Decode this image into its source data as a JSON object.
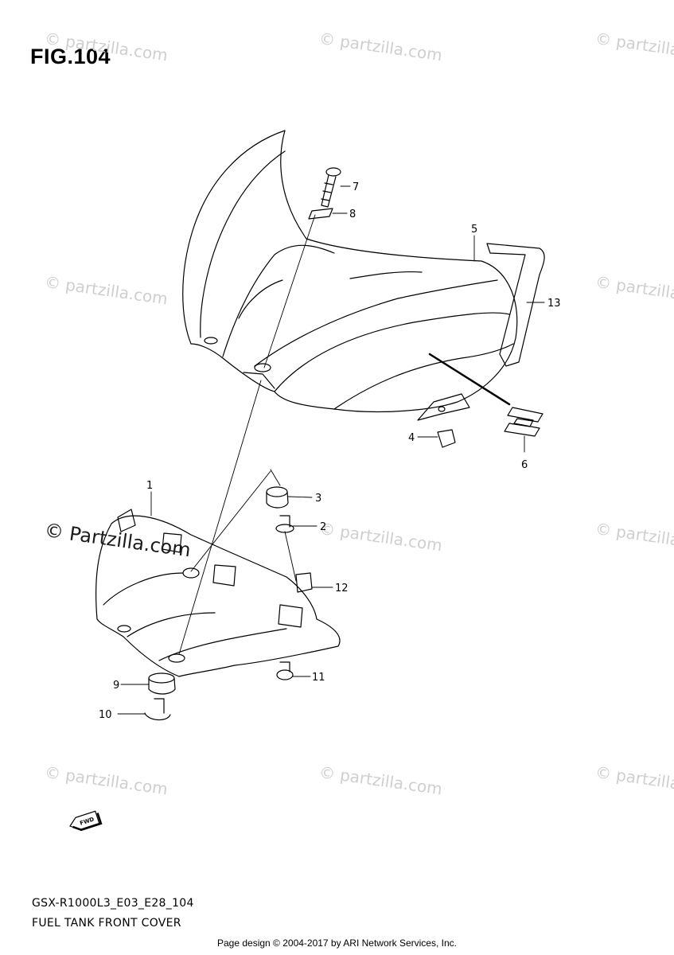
{
  "figure": {
    "title": "FIG.104",
    "model_code": "GSX-R1000L3_E03_E28_104",
    "caption": "FUEL TANK FRONT COVER"
  },
  "watermark": {
    "text": "© partzilla.com",
    "corner_text": "© Partzilla.com"
  },
  "fwd_label": "FWD",
  "callouts": [
    "1",
    "2",
    "3",
    "4",
    "5",
    "6",
    "7",
    "8",
    "9",
    "10",
    "11",
    "12",
    "13"
  ],
  "footer": "Page design © 2004-2017 by ARI Network Services, Inc."
}
